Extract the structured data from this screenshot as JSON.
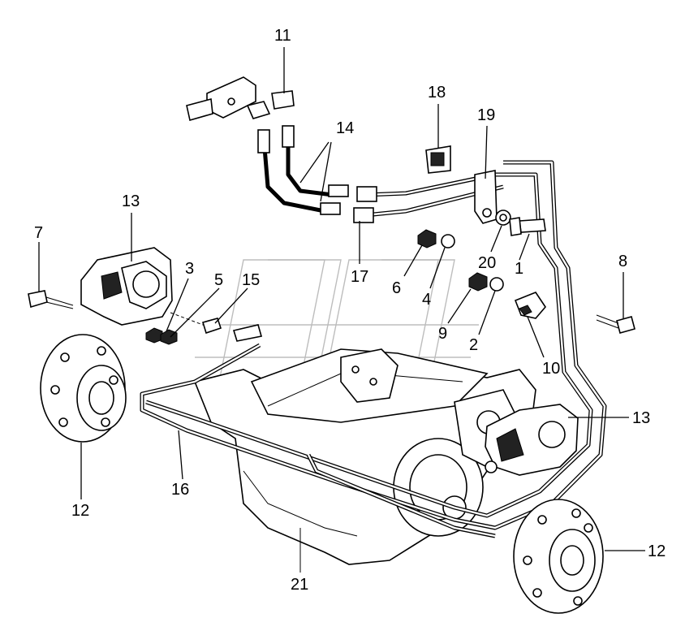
{
  "callouts": [
    {
      "id": "c11a",
      "text": "11"
    },
    {
      "id": "c14",
      "text": "14"
    },
    {
      "id": "c18",
      "text": "18"
    },
    {
      "id": "c19",
      "text": "19"
    },
    {
      "id": "c13a",
      "text": "13"
    },
    {
      "id": "c7",
      "text": "7"
    },
    {
      "id": "c3",
      "text": "3"
    },
    {
      "id": "c5",
      "text": "5"
    },
    {
      "id": "c15",
      "text": "15"
    },
    {
      "id": "c17",
      "text": "17"
    },
    {
      "id": "c6",
      "text": "6"
    },
    {
      "id": "c4",
      "text": "4"
    },
    {
      "id": "c20",
      "text": "20"
    },
    {
      "id": "c1",
      "text": "1"
    },
    {
      "id": "c8",
      "text": "8"
    },
    {
      "id": "c9",
      "text": "9"
    },
    {
      "id": "c2",
      "text": "2"
    },
    {
      "id": "c10",
      "text": "10"
    },
    {
      "id": "c13b",
      "text": "13"
    },
    {
      "id": "c16",
      "text": "16"
    },
    {
      "id": "c12a",
      "text": "12"
    },
    {
      "id": "c12b",
      "text": "12"
    },
    {
      "id": "c21",
      "text": "21"
    }
  ]
}
